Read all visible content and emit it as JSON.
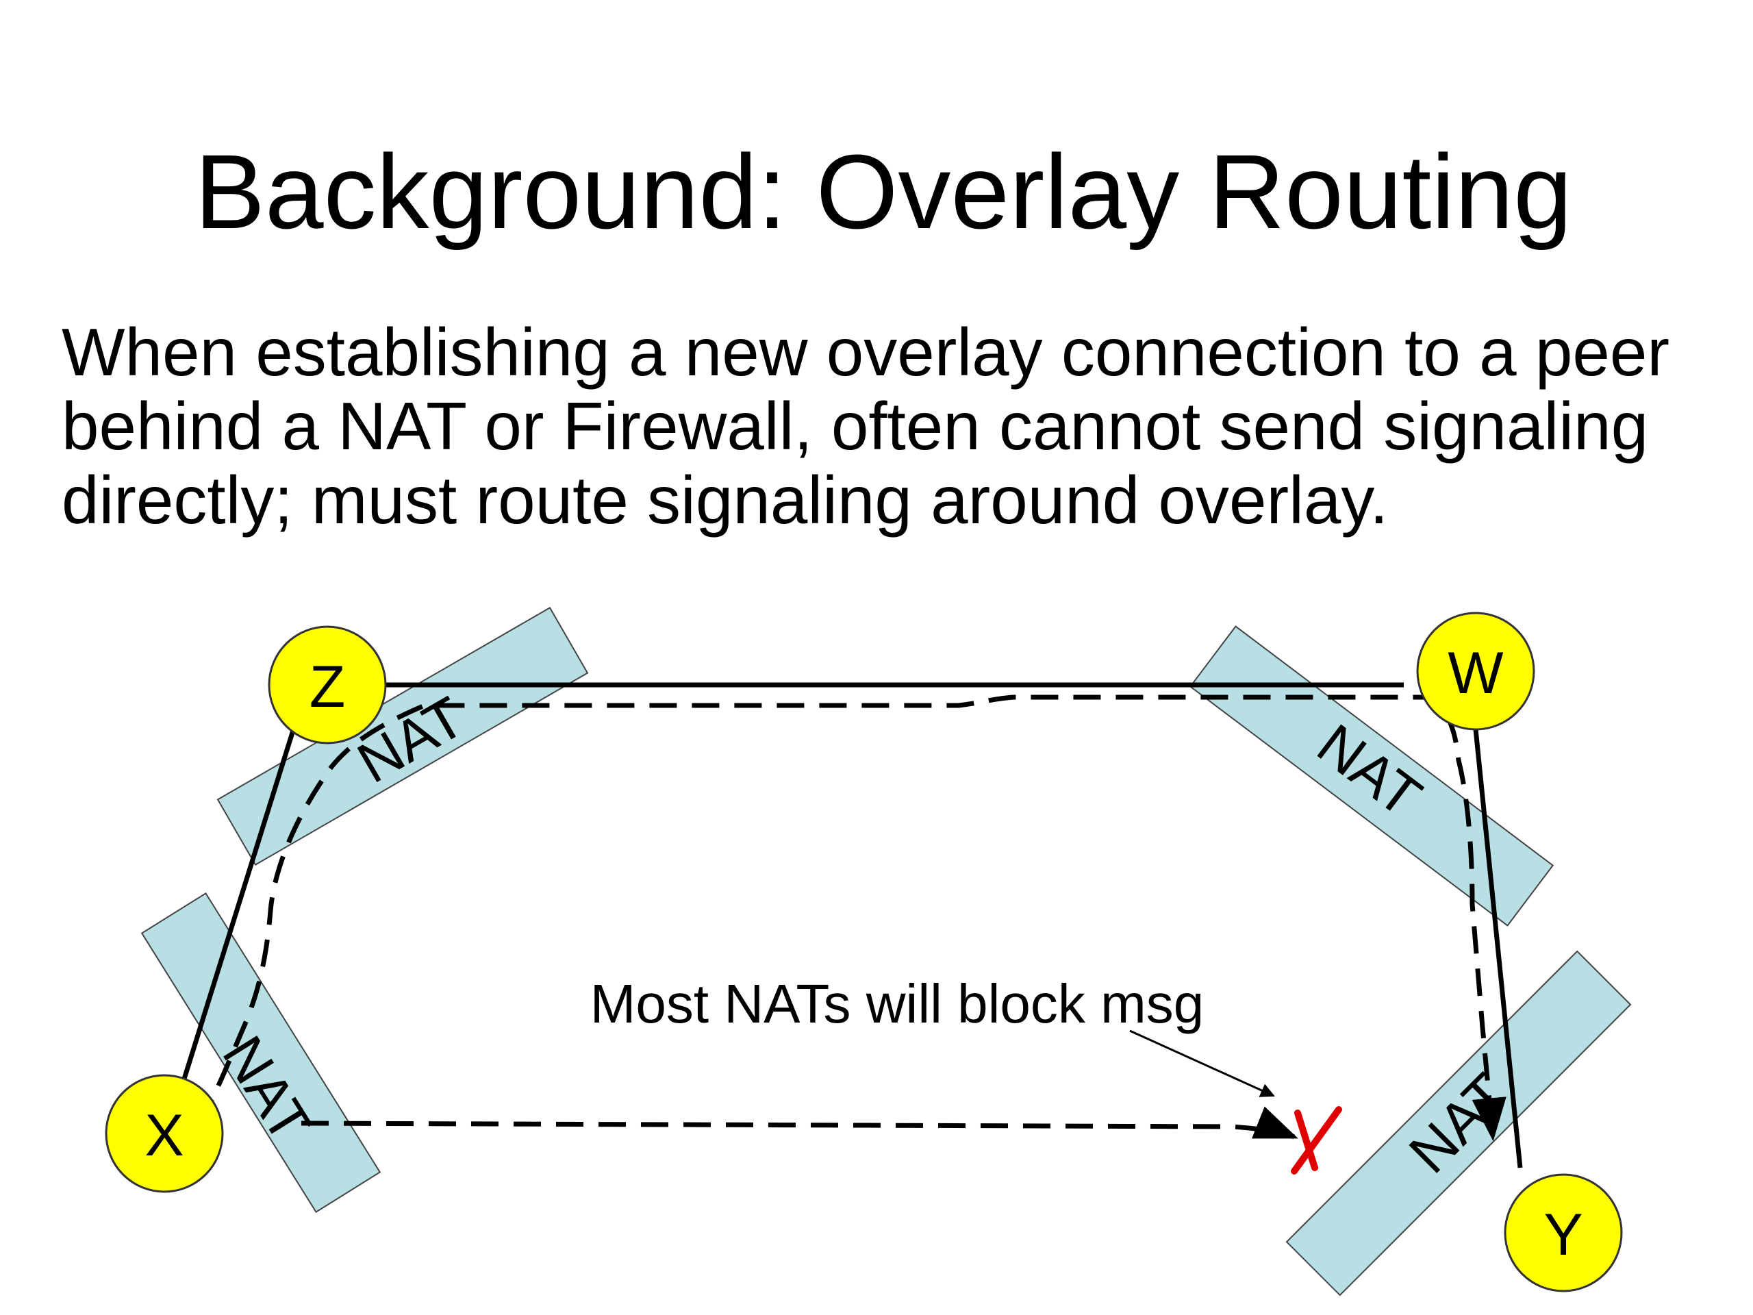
{
  "slide": {
    "title": "Background:  Overlay Routing",
    "body_lines": [
      "When establishing a new overlay connection to a peer",
      "behind a NAT or Firewall, often cannot send signaling",
      "directly; must route signaling around overlay."
    ]
  },
  "diagram": {
    "nodes": [
      {
        "id": "Z",
        "label": "Z"
      },
      {
        "id": "W",
        "label": "W"
      },
      {
        "id": "X",
        "label": "X"
      },
      {
        "id": "Y",
        "label": "Y"
      }
    ],
    "nat_boxes": [
      {
        "id": "nat-z",
        "label": "NAT"
      },
      {
        "id": "nat-w",
        "label": "NAT"
      },
      {
        "id": "nat-x",
        "label": "NAT"
      },
      {
        "id": "nat-y",
        "label": "NAT"
      }
    ],
    "annotation": "Most NATs will block msg",
    "blocked_marker": "X",
    "colors": {
      "node_fill": "#ffff00",
      "nat_fill": "#b8dfe3",
      "line": "#000000",
      "blocked": "#e00000"
    }
  }
}
